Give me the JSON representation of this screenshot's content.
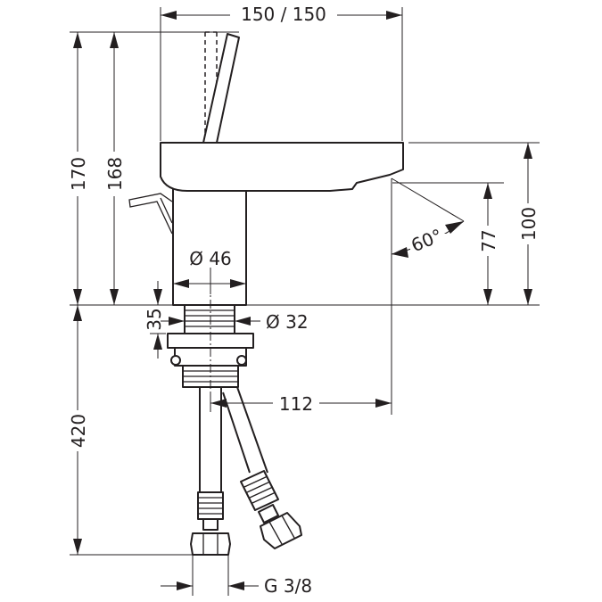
{
  "dimensions": {
    "overall_width": "150 / 150",
    "height_total": "170",
    "height_lever": "168",
    "body_diameter": "Ø 46",
    "spout_angle": "60°",
    "spout_height": "77",
    "spout_top_height": "100",
    "thread_length": "35",
    "thread_diameter": "Ø 32",
    "spout_reach": "112",
    "hose_length": "420",
    "connection_thread": "G 3/8"
  }
}
